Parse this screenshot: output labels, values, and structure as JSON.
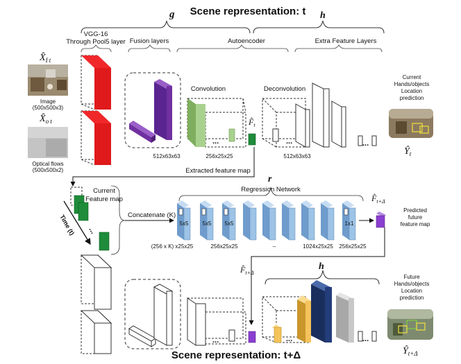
{
  "titles": {
    "top": "Scene representation: t",
    "bottom": "Scene representation: t+Δ"
  },
  "math": {
    "g": "g",
    "h_top": "h",
    "h_bottom": "h",
    "r": "r",
    "x_image": "X̂",
    "x_image_sub": "I t",
    "x_flow": "X̂",
    "x_flow_sub": "o t",
    "f_t": "F̂",
    "f_t_sub": "t",
    "f_delta_right": "F̂",
    "f_delta_right_sub": "t+Δ",
    "f_delta_left": "F̂",
    "f_delta_left_sub": "t+Δ",
    "y_t": "Ŷ",
    "y_t_sub": "t",
    "y_delta": "Ŷ",
    "y_delta_sub": "t+Δ"
  },
  "labels": {
    "vgg1": "VGG-16",
    "vgg2": "Through Pool5 layer",
    "fusion": "Fusion layers",
    "autoencoder": "Autoencoder",
    "extra": "Extra Feature Layers",
    "convolution": "Convolution",
    "deconvolution": "Deconvolution",
    "image": "Image",
    "image_dims": "(500x500x3)",
    "flow": "Optical flows",
    "flow_dims": "(500x500x2)",
    "dim_fusion": "512x63x63",
    "dim_conv": "256x25x25",
    "dim_deconv": "512x63x63",
    "extracted": "Extracted feature map",
    "current1": "Current",
    "current2": "Feature map",
    "time": "Time (t)",
    "regression": "Regression Network",
    "concatenate": "Concatenate (K)",
    "k5a": "5x5",
    "k5b": "5x5",
    "k5c": "5x5",
    "k1": "1x1",
    "rd1": "(256 x K) x25x25",
    "rd2": "256x25x25",
    "rd3": "--",
    "rd4": "1024x25x25",
    "rd5": "256x25x25",
    "pred1": "Predicted",
    "pred2": "future",
    "pred3": "feature map",
    "chl1": "Current",
    "chl2": "Hands/objects",
    "chl3": "Location",
    "chl4": "prediction",
    "fhl1": "Future",
    "fhl2": "Hands/objects",
    "fhl3": "Location",
    "fhl4": "prediction",
    "dots1": "...",
    "dots2": "...",
    "dots3": "...",
    "dots4": "...",
    "dots5": "...",
    "vdots": "..."
  },
  "colors": {
    "vgg": "#e0191b",
    "fusion": "#7030a0",
    "conv": "#a9d18e",
    "feature": "#1e8c3a",
    "regression": "#9dc3e6",
    "future": "#8b3fd0",
    "extra_gold": "#f4c35b",
    "extra_navy": "#233d7b",
    "extra_gray": "#c8c8c8"
  }
}
